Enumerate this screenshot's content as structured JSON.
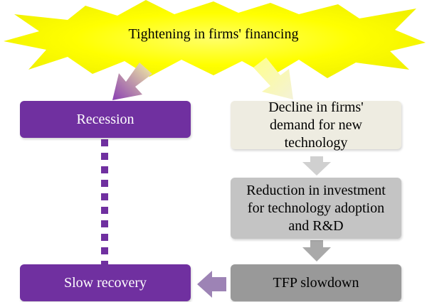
{
  "diagram": {
    "trigger": "Tightening in firms' financing",
    "recession": "Recession",
    "demand_decline": "Decline in firms' demand for new technology",
    "investment_reduction": "Reduction in investment for technology adoption and R&D",
    "tfp_slowdown": "TFP slowdown",
    "slow_recovery": "Slow recovery"
  },
  "colors": {
    "burst_fill": "#ffff00",
    "purple": "#7030a0",
    "cream": "#eeece1",
    "grey_light": "#c4c4c4",
    "grey_dark": "#999999"
  }
}
